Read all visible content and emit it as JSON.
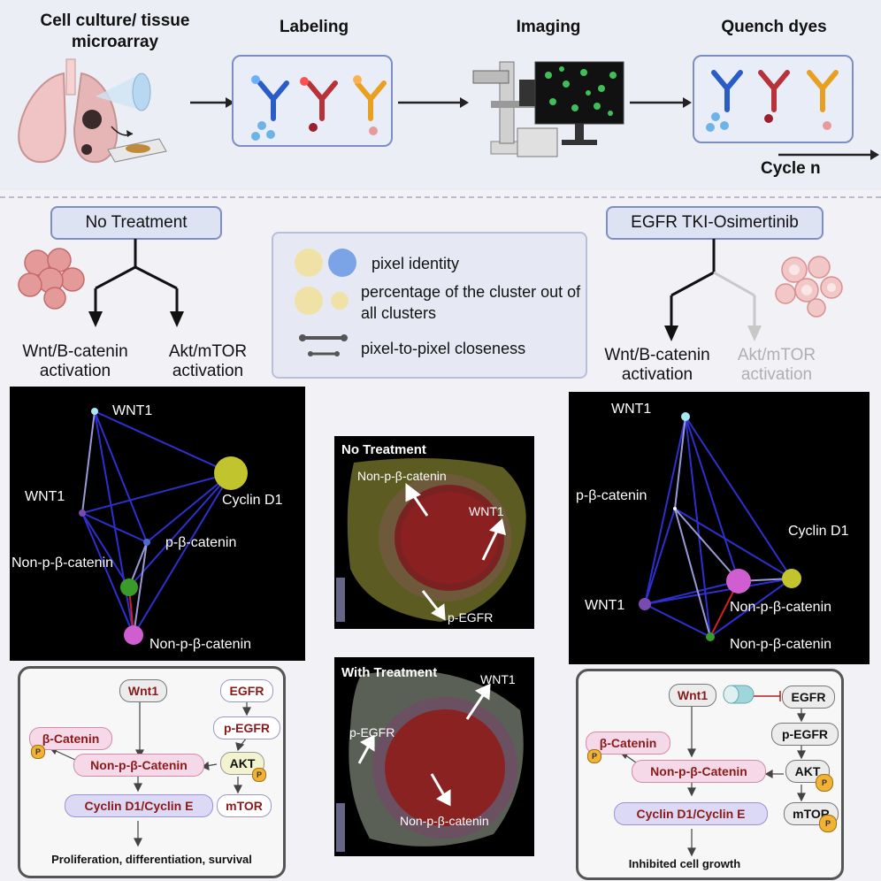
{
  "workflow": {
    "step1_title": "Cell culture/ tissue microarray",
    "step2_title": "Labeling",
    "step3_title": "Imaging",
    "step4_title": "Quench dyes",
    "cycle_label": "Cycle n"
  },
  "left_condition": {
    "title": "No Treatment",
    "branch_left": "Wnt/Β-catenin activation",
    "branch_right": "Akt/mTOR activation"
  },
  "right_condition": {
    "title": "EGFR TKI-Osimertinib",
    "branch_left": "Wnt/B-catenin activation",
    "branch_right": "Akt/mTOR activation"
  },
  "legend": {
    "pixel_identity": "pixel identity",
    "percentage": "percentage of the cluster out of all clusters",
    "closeness": "pixel-to-pixel closeness"
  },
  "network_left": {
    "nodes": {
      "wnt1_top": "WNT1",
      "wnt1_left": "WNT1",
      "cyclin": "Cyclin D1",
      "p_beta": "p-β-catenin",
      "non_p_upper": "Non-p-β-catenin",
      "non_p_lower": "Non-p-β-catenin"
    }
  },
  "network_right": {
    "nodes": {
      "wnt1_top": "WNT1",
      "p_beta": "p-β-catenin",
      "cyclin": "Cyclin D1",
      "wnt1_left": "WNT1",
      "non_p_upper": "Non-p-β-catenin",
      "non_p_lower": "Non-p-β-catenin"
    }
  },
  "spatial_top": {
    "title": "No Treatment",
    "label1": "Non-p-β-catenin",
    "label2": "WNT1",
    "label3": "p-EGFR"
  },
  "spatial_bottom": {
    "title": "With Treatment",
    "label1": "WNT1",
    "label2": "p-EGFR",
    "label3": "Non-p-β-catenin"
  },
  "pathway_left": {
    "wnt1": "Wnt1",
    "egfr": "EGFR",
    "p_egfr": "p-EGFR",
    "beta_catenin": "β-Catenin",
    "non_p": "Non-p-β-Catenin",
    "akt": "AKT",
    "cyclin": "Cyclin D1/Cyclin E",
    "mtor": "mTOR",
    "p": "P",
    "outcome": "Proliferation, differentiation, survival"
  },
  "pathway_right": {
    "wnt1": "Wnt1",
    "egfr": "EGFR",
    "p_egfr": "p-EGFR",
    "beta_catenin": "β-Catenin",
    "non_p": "Non-p-β-Catenin",
    "akt": "AKT",
    "cyclin": "Cyclin D1/Cyclin E",
    "mtor": "mTOR",
    "p": "P",
    "outcome": "Inhibited cell growth"
  },
  "colors": {
    "accent_border": "#7d8fc2",
    "edge_blue": "#2f2fd0",
    "node_yellow": "#bfc22d",
    "node_magenta": "#d05ed0",
    "node_green": "#3a9a2a",
    "text_red": "#8a1a1a"
  }
}
